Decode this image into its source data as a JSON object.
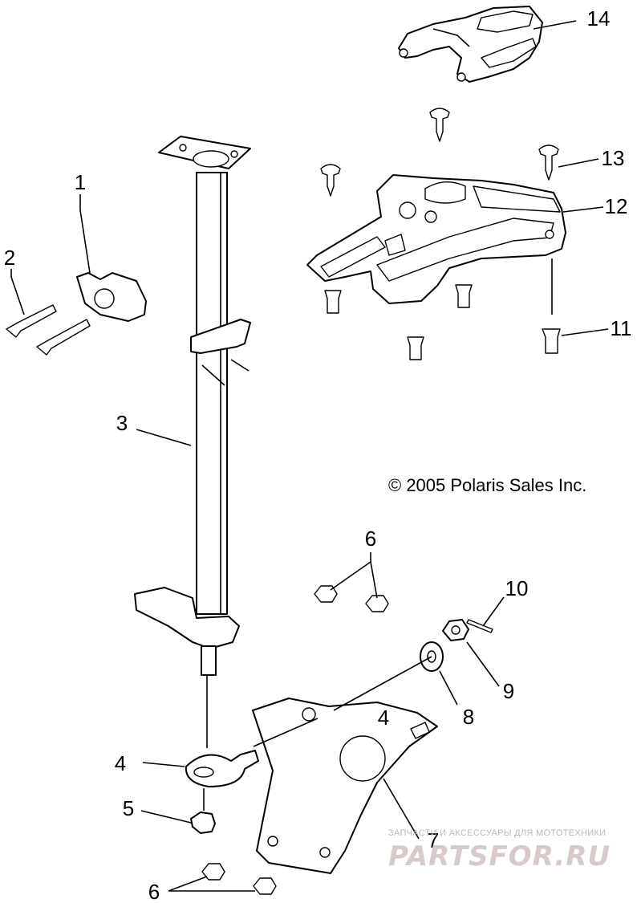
{
  "callouts": [
    {
      "id": "c1",
      "label": "1"
    },
    {
      "id": "c2",
      "label": "2"
    },
    {
      "id": "c3",
      "label": "3"
    },
    {
      "id": "c4a",
      "label": "4"
    },
    {
      "id": "c4b",
      "label": "4"
    },
    {
      "id": "c5",
      "label": "5"
    },
    {
      "id": "c6a",
      "label": "6"
    },
    {
      "id": "c6b",
      "label": "6"
    },
    {
      "id": "c7",
      "label": "7"
    },
    {
      "id": "c8",
      "label": "8"
    },
    {
      "id": "c9",
      "label": "9"
    },
    {
      "id": "c10",
      "label": "10"
    },
    {
      "id": "c11",
      "label": "11"
    },
    {
      "id": "c12",
      "label": "12"
    },
    {
      "id": "c13",
      "label": "13"
    },
    {
      "id": "c14",
      "label": "14"
    }
  ],
  "copyright": "© 2005 Polaris Sales Inc.",
  "watermark": {
    "tagline": "ЗАПЧАСТИ И АКСЕССУАРЫ ДЛЯ МОТОТЕХНИКИ",
    "brand": "PARTSFOR.RU",
    "color": "#d9c9c9"
  },
  "colors": {
    "line": "#000000",
    "background": "#ffffff"
  }
}
